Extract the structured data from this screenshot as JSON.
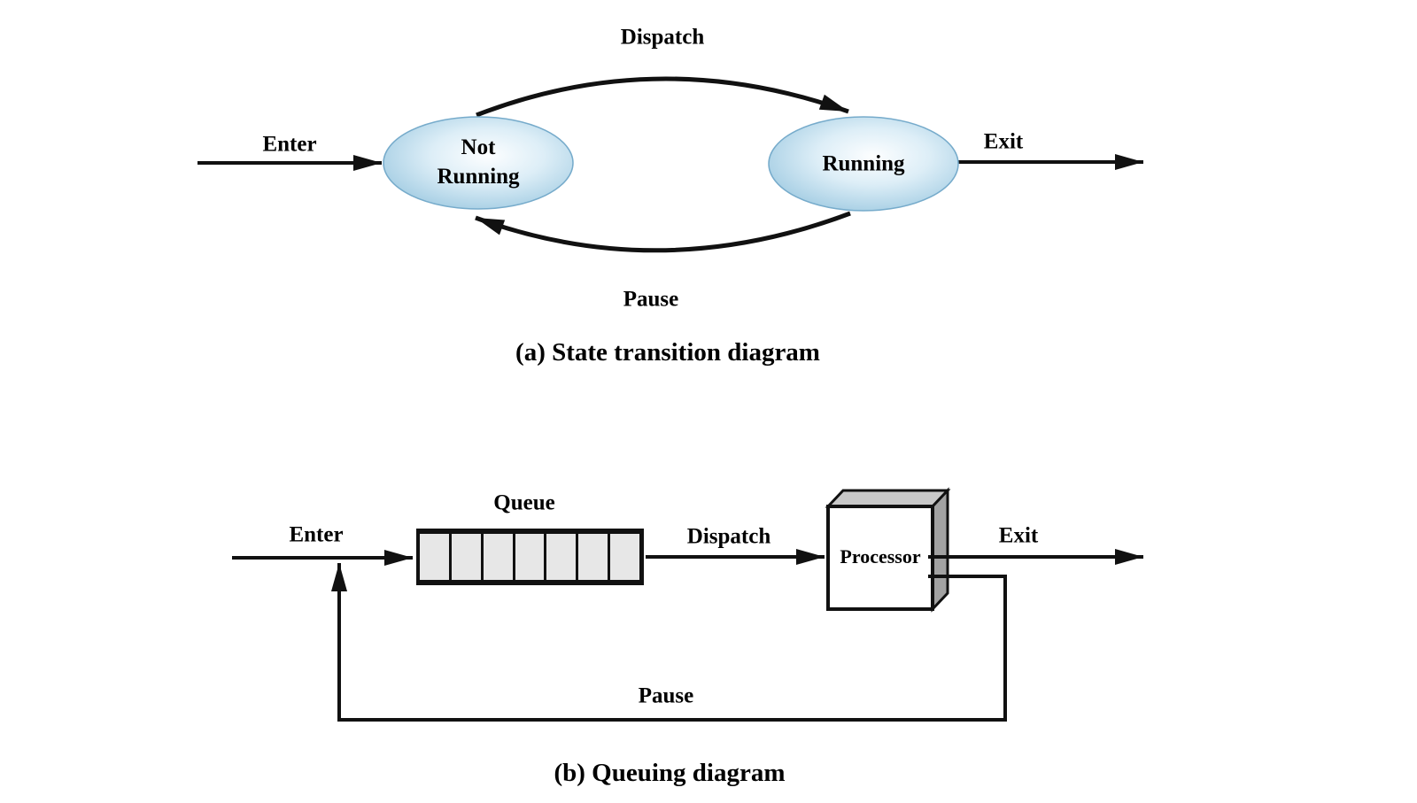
{
  "state_diagram": {
    "caption": "(a) State transition diagram",
    "states": {
      "not_running": {
        "line1": "Not",
        "line2": "Running"
      },
      "running": {
        "label": "Running"
      }
    },
    "transitions": {
      "enter": "Enter",
      "dispatch": "Dispatch",
      "pause": "Pause",
      "exit": "Exit"
    }
  },
  "queuing_diagram": {
    "caption": "(b) Queuing diagram",
    "labels": {
      "enter": "Enter",
      "queue": "Queue",
      "dispatch": "Dispatch",
      "processor": "Processor",
      "exit": "Exit",
      "pause": "Pause"
    },
    "queue_cell_count": 7
  },
  "colors": {
    "line": "#111111",
    "text": "#000000",
    "ellipse-edge": "#7fb5d4",
    "ellipse-mid": "#a9d0e5",
    "ellipse-light": "#ddeef7",
    "ellipse-highlight": "#fdfeff",
    "queue-cell": "#e7e7e7",
    "processor-top": "#c8c8c8",
    "processor-side": "#a2a2a2",
    "background": "#ffffff"
  }
}
